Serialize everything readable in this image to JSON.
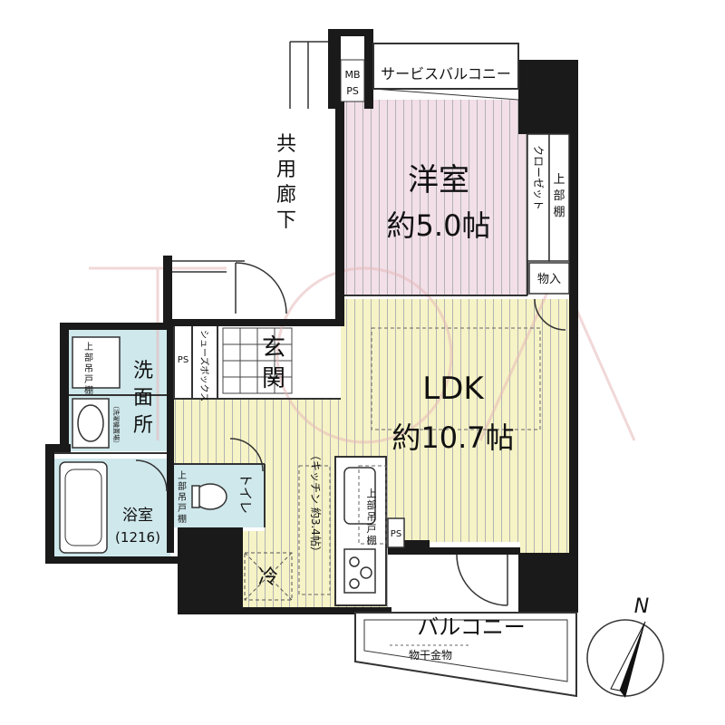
{
  "colors": {
    "wall": "#1a1a1a",
    "western_room": "#f2dfe8",
    "ldk": "#f6f3c6",
    "wet_area": "#cfe8ec",
    "floor_stripe": "#b3b3b3",
    "watermark": "#e5b8b8",
    "balcony": "#ffffff"
  },
  "labels": {
    "service_balcony": "サービスバルコニー",
    "mb_ps_1": "MB",
    "mb_ps_2": "PS",
    "corridor": [
      "共",
      "用",
      "廊",
      "下"
    ],
    "western_room_name": "洋室",
    "western_room_size": "約5.0帖",
    "closet": "クローゼット",
    "upper_shelf_room": [
      "上",
      "部",
      "棚"
    ],
    "storage": "物入",
    "entrance": [
      "玄",
      "関"
    ],
    "shoe_box": "シューズボックス",
    "ps_entrance": "PS",
    "washroom": [
      "洗",
      "面",
      "所"
    ],
    "wash_upper": [
      "上",
      "部",
      "吊",
      "戸",
      "棚"
    ],
    "wash_note": "（洗濯機置場）",
    "ldk_name": "LDK",
    "ldk_size": "約10.7帖",
    "kitchen": "（キッチン 約3.4帖）",
    "kitchen_upper": [
      "上",
      "部",
      "吊",
      "戸",
      "棚"
    ],
    "ps_kitchen": "PS",
    "fridge": "冷",
    "toilet": "トイレ",
    "toilet_upper": [
      "上",
      "部",
      "吊",
      "戸",
      "棚"
    ],
    "bath_name": "浴室",
    "bath_size": "(1216)",
    "balcony": "バルコニー",
    "clothes_hanger": "物干金物",
    "north": "N"
  }
}
